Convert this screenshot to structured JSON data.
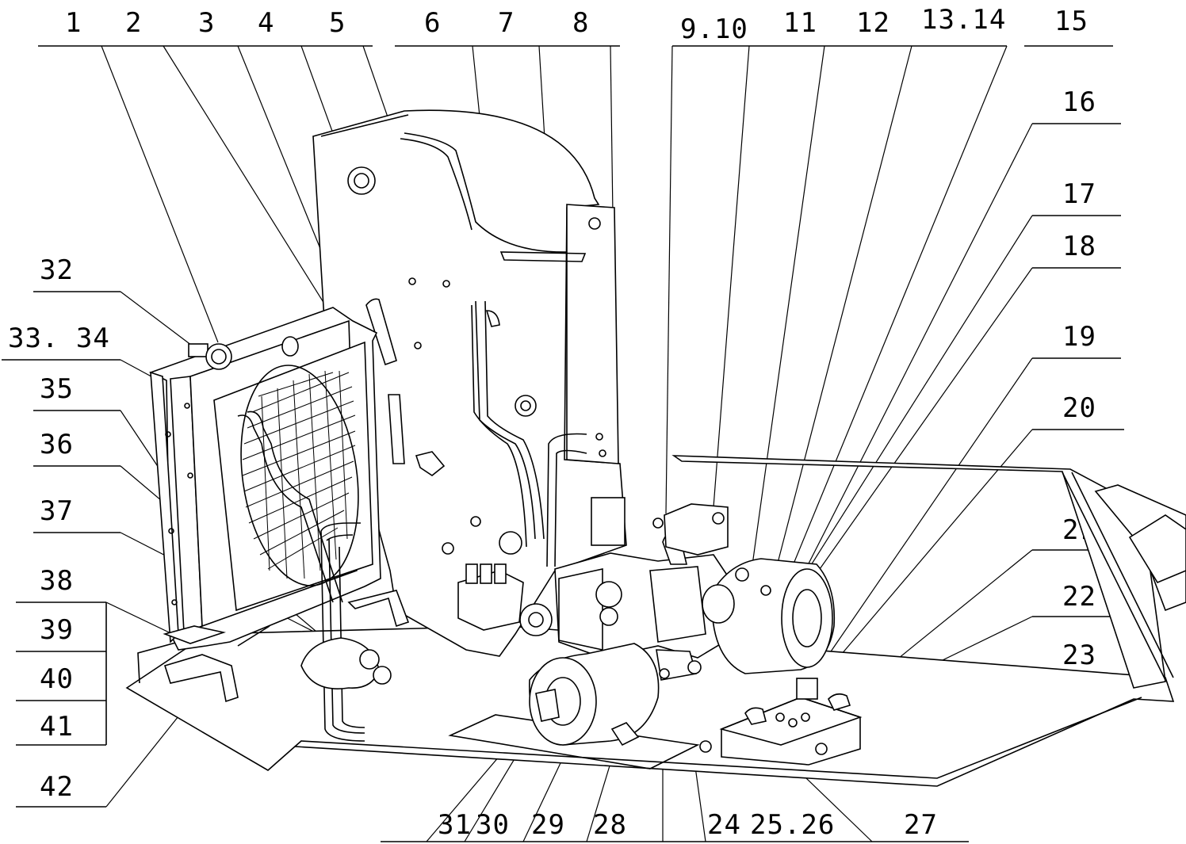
{
  "labels": {
    "l1": "1",
    "l2": "2",
    "l3": "3",
    "l4": "4",
    "l5": "5",
    "l6": "6",
    "l7": "7",
    "l8": "8",
    "l9_10": "9.10",
    "l11": "11",
    "l12": "12",
    "l13_14": "13.14",
    "l15": "15",
    "l16": "16",
    "l17": "17",
    "l18": "18",
    "l19": "19",
    "l20": "20",
    "l21": "21",
    "l22": "22",
    "l23": "23",
    "l24": "24",
    "l25_26": "25.26",
    "l27": "27",
    "l28": "28",
    "l29": "29",
    "l30": "30",
    "l31": "31",
    "l32": "32",
    "l33_34": "33. 34",
    "l35": "35",
    "l36": "36",
    "l37": "37",
    "l38": "38",
    "l39": "39",
    "l40": "40",
    "l41": "41",
    "l42": "42"
  }
}
